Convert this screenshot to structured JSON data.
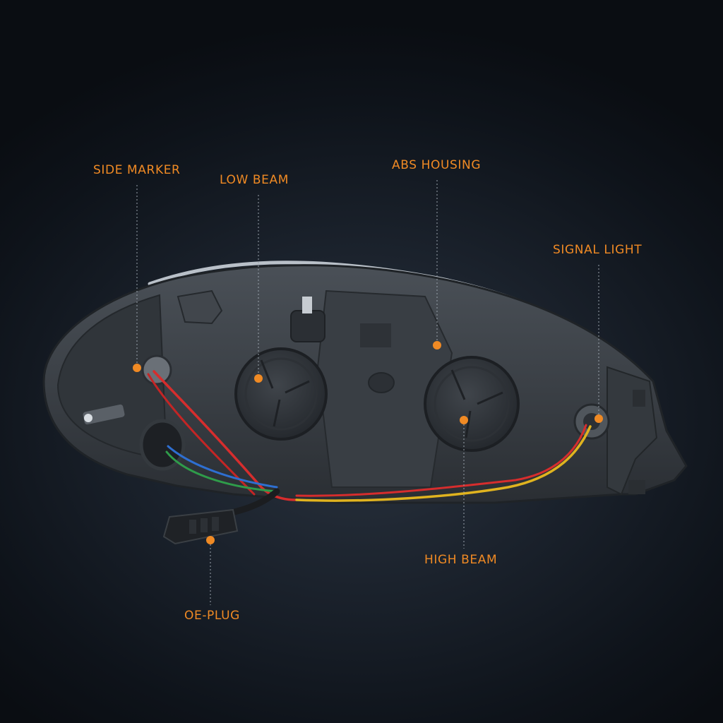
{
  "colors": {
    "accent": "#f08a24",
    "housing": "#3d4349",
    "background": "#121820"
  },
  "callouts": {
    "side_marker": "SIDE MARKER",
    "low_beam": "LOW BEAM",
    "abs_housing": "ABS HOUSING",
    "signal_light": "SIGNAL LIGHT",
    "high_beam": "HIGH BEAM",
    "oe_plug": "OE-PLUG"
  }
}
